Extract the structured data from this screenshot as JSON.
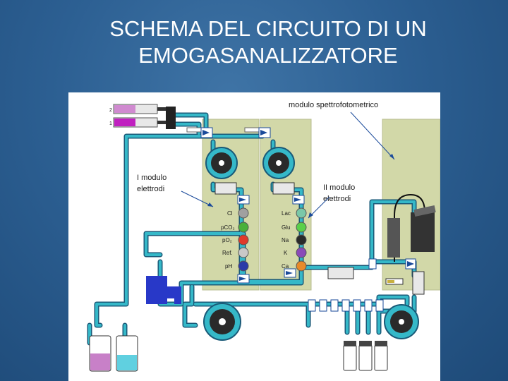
{
  "title": {
    "line1": "SCHEMA DEL CIRCUITO DI UN",
    "line2": "EMOGASANALIZZATORE"
  },
  "diagram": {
    "labels": {
      "module_spectro": "modulo spettrofotometrico",
      "module1_line1": "I modulo",
      "module1_line2": "elettrodi",
      "module2_line1": "II modulo",
      "module2_line2": "elettrodi"
    },
    "syringes": [
      "2",
      "1"
    ],
    "electrodes_module1": [
      {
        "label": "Cl",
        "color": "#a0a0a0"
      },
      {
        "label": "pCO₂",
        "color": "#49b03a"
      },
      {
        "label": "pO₂",
        "color": "#e03a2a"
      },
      {
        "label": "Ref.",
        "color": "#c8c8c8"
      },
      {
        "label": "pH",
        "color": "#2a3aa8"
      }
    ],
    "electrodes_module2": [
      {
        "label": "Lac",
        "color": "#7ac8a8"
      },
      {
        "label": "Glu",
        "color": "#5ad04a"
      },
      {
        "label": "Na",
        "color": "#2a2a2a"
      },
      {
        "label": "K",
        "color": "#8a4ab8"
      },
      {
        "label": "Ca",
        "color": "#e88a2a"
      }
    ],
    "colors": {
      "panel": "#d2d8a8",
      "tube": "#35b8c8",
      "tube_edge": "#1a5a78",
      "arrow": "#1a4a9a",
      "pump": "#2a2a2a",
      "waste_bottle": "#c880c8",
      "reagent_bottle": "#60d0e0"
    }
  }
}
